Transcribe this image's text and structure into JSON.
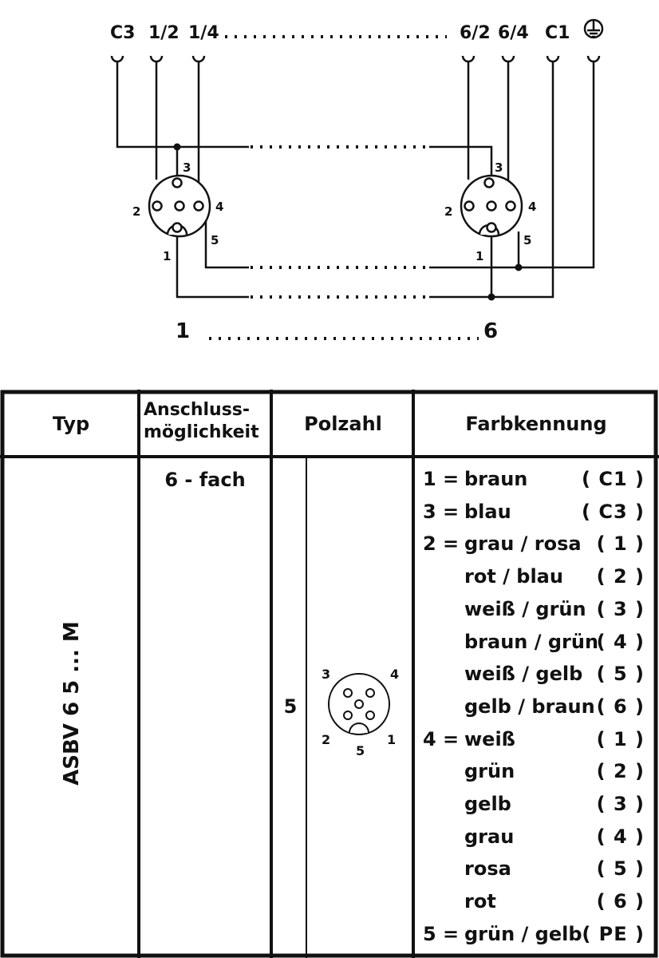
{
  "diagram": {
    "top_labels": [
      "C3",
      "1/2",
      "1/4",
      "6/2",
      "6/4",
      "C1"
    ],
    "ground_symbol": "earth-ground-icon",
    "left_connector_pins": [
      "1",
      "2",
      "3",
      "4",
      "5"
    ],
    "right_connector_pins": [
      "1",
      "2",
      "3",
      "4",
      "5"
    ],
    "bottom_left": "1",
    "bottom_right": "6"
  },
  "table": {
    "headers": {
      "typ": "Typ",
      "anschluss_line1": "Anschluss-",
      "anschluss_line2": "möglichkeit",
      "polzahl": "Polzahl",
      "farbkennung": "Farbkennung"
    },
    "typ": "ASBV 6 5 ... M",
    "anschluss": "6 - fach",
    "polzahl": "5",
    "connector_pins": [
      "1",
      "2",
      "3",
      "4",
      "5"
    ],
    "farbkennung": [
      {
        "prefix": "1 =",
        "color": "braun",
        "code": "( C1 )"
      },
      {
        "prefix": "3 =",
        "color": "blau",
        "code": "( C3 )"
      },
      {
        "prefix": "2 =",
        "color": "grau / rosa",
        "code": "( 1 )"
      },
      {
        "prefix": "",
        "color": "rot / blau",
        "code": "( 2 )"
      },
      {
        "prefix": "",
        "color": "weiß / grün",
        "code": "( 3 )"
      },
      {
        "prefix": "",
        "color": "braun / grün",
        "code": "( 4 )"
      },
      {
        "prefix": "",
        "color": "weiß / gelb",
        "code": "( 5 )"
      },
      {
        "prefix": "",
        "color": "gelb / braun",
        "code": "( 6 )"
      },
      {
        "prefix": "4 =",
        "color": "weiß",
        "code": "( 1 )"
      },
      {
        "prefix": "",
        "color": "grün",
        "code": "( 2 )"
      },
      {
        "prefix": "",
        "color": "gelb",
        "code": "( 3 )"
      },
      {
        "prefix": "",
        "color": "grau",
        "code": "( 4 )"
      },
      {
        "prefix": "",
        "color": "rosa",
        "code": "( 5 )"
      },
      {
        "prefix": "",
        "color": "rot",
        "code": "( 6 )"
      },
      {
        "prefix": "5 =",
        "color": "grün / gelb",
        "code": "( PE )"
      }
    ]
  }
}
